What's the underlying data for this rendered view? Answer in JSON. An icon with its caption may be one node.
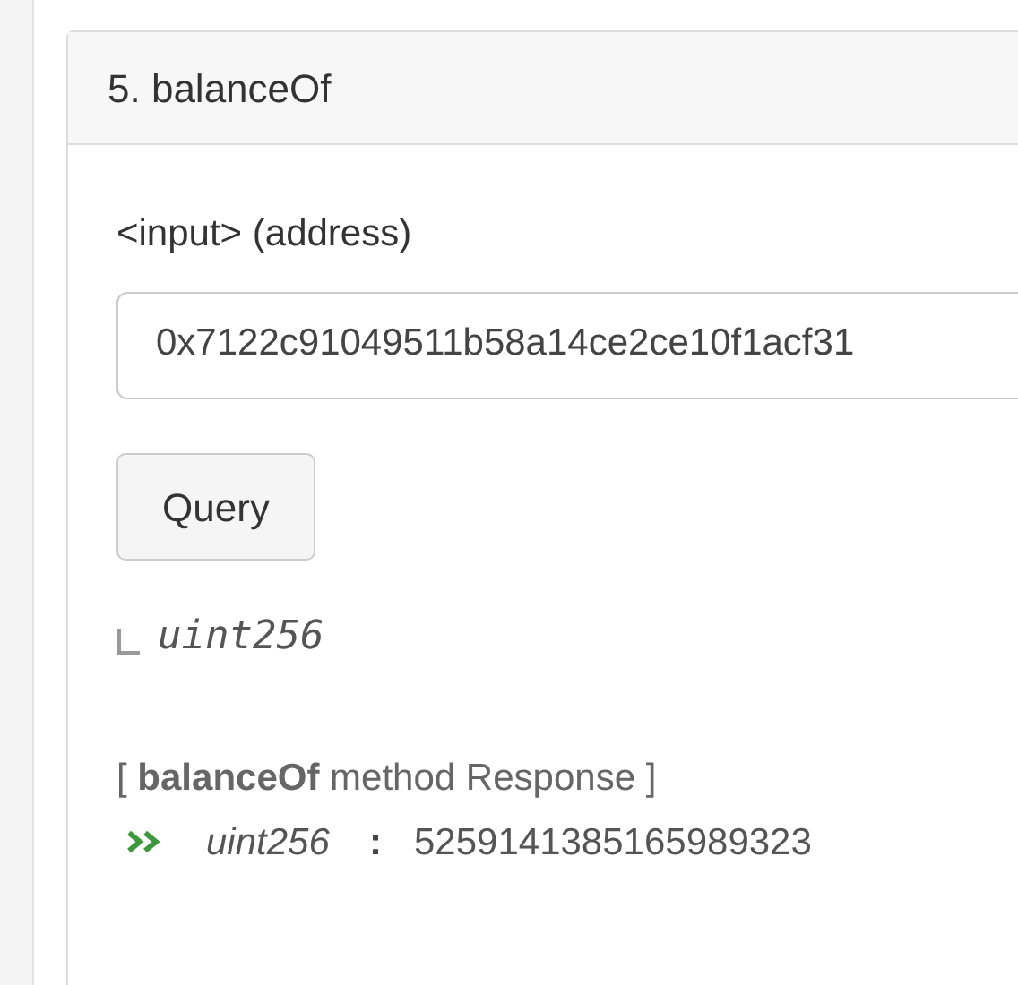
{
  "diagram": {
    "title": "5. balanceOf",
    "labels": [
      "<input> (address)",
      "0x7122c91049511b58a14ce2ce10f1acf31",
      "Query",
      "uint256",
      "[ **balanceOf** method Response ]",
      "uint256",
      ":",
      "5259141385165989323"
    ]
  }
}
